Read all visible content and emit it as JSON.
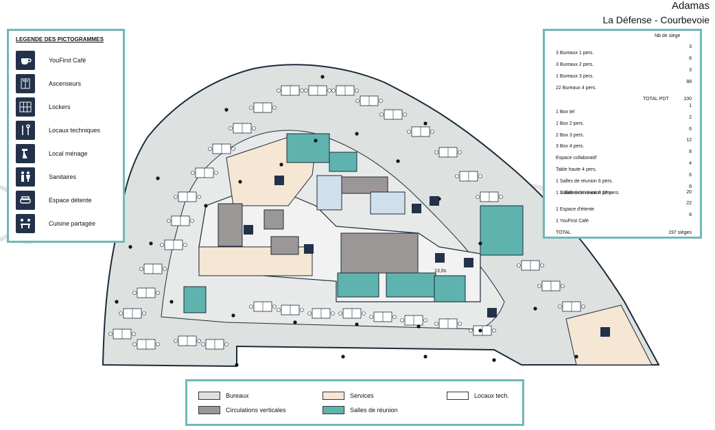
{
  "title": {
    "name": "Adamas",
    "location": "La Défense - Courbevoie"
  },
  "picto_legend": {
    "heading": "LEGENDE DES PICTOGRAMMES",
    "items": [
      {
        "label": "YouFirst Café",
        "icon": "coffee-cup-icon"
      },
      {
        "label": "Ascenseurs",
        "icon": "elevator-icon"
      },
      {
        "label": "Lockers",
        "icon": "lockers-icon"
      },
      {
        "label": "Locaux techniques",
        "icon": "tools-icon"
      },
      {
        "label": "Local ménage",
        "icon": "cleaning-icon"
      },
      {
        "label": "Sanitaires",
        "icon": "restroom-icon"
      },
      {
        "label": "Espace détente",
        "icon": "sofa-icon"
      },
      {
        "label": "Cuisine partagée",
        "icon": "shared-kitchen-icon"
      }
    ]
  },
  "seat_table": {
    "header": "Nb de siège",
    "offices": [
      {
        "label": "3 Bureaux 1 pers.",
        "value": "3"
      },
      {
        "label": "3 Bureaux 2 pers.",
        "value": "6"
      },
      {
        "label": "1 Bureaux 3 pers.",
        "value": "3"
      },
      {
        "label": "22 Bureaux 4 pers.",
        "value": "88"
      }
    ],
    "total_pdt_label": "TOTAL  PDT",
    "total_pdt_value": "100",
    "rooms": [
      {
        "label": "1 Box tel",
        "value": "1"
      },
      {
        "label": "1 Box 2 pers.",
        "value": "2"
      },
      {
        "label": "2 Box 3 pers.",
        "value": "6"
      },
      {
        "label": "3 Box 4 pers.",
        "value": "12"
      },
      {
        "label": "Espace collaboratif",
        "value": "8"
      },
      {
        "label": "Table haute 4 pers.",
        "value": "4"
      },
      {
        "label": "1 Salles de réunion 6 pers.",
        "value": "6"
      },
      {
        "label": "1 Salles de réunion 8 pers.",
        "value": "8"
      },
      {
        "label": "2 Salles de réunion 10 pers.",
        "value": "20"
      },
      {
        "label": "1 Espace d'étente",
        "value": "22"
      },
      {
        "label": "1 YouFirst Café",
        "value": "8"
      }
    ],
    "total_label": "TOTAL",
    "total_value": "197 sièges"
  },
  "plan": {
    "watermark": "JLL",
    "dimension_labels": [
      "13,0s"
    ],
    "zone_colors": {
      "bureaux": "#dde1df",
      "circulations": "#9c9797",
      "services": "#f6e6d4",
      "reunion": "#5fb3ae",
      "locaux_tech": "#ffffff",
      "ink": "#1b2a3a"
    }
  },
  "color_legend": [
    {
      "label": "Bureaux",
      "color": "#dde1df"
    },
    {
      "label": "Services",
      "color": "#f6e6d4"
    },
    {
      "label": "Locaux tech.",
      "color": "#ffffff"
    },
    {
      "label": "Circulations verticales",
      "color": "#9c9797"
    },
    {
      "label": "Salles de réunion",
      "color": "#5fb3ae"
    }
  ]
}
